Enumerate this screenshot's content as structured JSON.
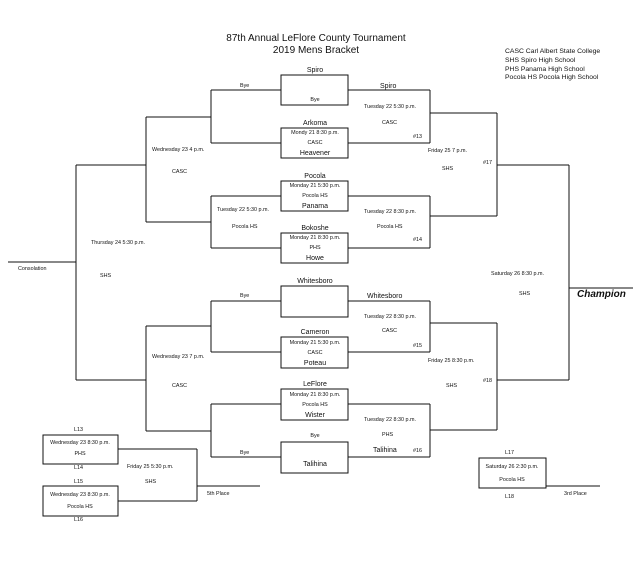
{
  "title": "87th Annual LeFlore County Tournament",
  "subtitle": "2019 Mens Bracket",
  "legend": [
    "CASC Carl Albert State College",
    "SHS Spiro High School",
    "PHS Panama High School",
    "Pocola HS Pocola High School"
  ],
  "teams": {
    "spiro": "Spiro",
    "arkoma": "Arkoma",
    "heavener": "Heavener",
    "pocola": "Pocola",
    "panama": "Panama",
    "bokoshe": "Bokoshe",
    "howe": "Howe",
    "whitesboro": "Whitesboro",
    "cameron": "Cameron",
    "poteau": "Poteau",
    "leflore": "LeFlore",
    "wister": "Wister",
    "talihina": "Talihina"
  },
  "bye": "Bye",
  "games": {
    "g_arkoma_time": "Mondy 21 8:30 p.m.",
    "g_arkoma_site": "CASC",
    "g_pocola_time": "Monday 21 5:30 p.m.",
    "g_pocola_site": "Pocola HS",
    "g_bokoshe_time": "Monday 21 8:30 p.m.",
    "g_bokoshe_site": "PHS",
    "g_cameron_time": "Monday 21 5:30 p.m.",
    "g_cameron_site": "CASC",
    "g_leflore_time": "Monday 21 8:30 p.m.",
    "g_leflore_site": "Pocola HS",
    "qf_spiro_time": "Tuesday 22 5:30 p.m.",
    "qf_spiro_site": "CASC",
    "qf_spiro_num": "#13",
    "qf_pocola_time_left": "Tuesday 22 5:30 p.m.",
    "qf_pocola_site_left": "Pocola HS",
    "qf_panama_time": "Tuesday 22 8:30 p.m.",
    "qf_panama_site": "Pocola HS",
    "qf_panama_num": "#14",
    "qf_white_time": "Tuesday 22 8:30 p.m.",
    "qf_white_site": "CASC",
    "qf_white_num": "#15",
    "qf_wister_time": "Tuesday 22 8:30 p.m.",
    "qf_wister_site": "PHS",
    "qf_wister_num": "#16",
    "semi_top_left_time": "Wednesday 23 4 p.m.",
    "semi_top_left_site": "CASC",
    "semi_bot_left_time": "Wednesday 23 7 p.m.",
    "semi_bot_left_site": "CASC",
    "thu_time": "Thursday 24 5:30 p.m.",
    "thu_site": "SHS",
    "consolation": "Consolation",
    "fri_top_time": "Friday 25 7 p.m.",
    "fri_top_site": "SHS",
    "fri_top_num": "#17",
    "fri_bot_time": "Friday 25 8:30 p.m.",
    "fri_bot_site": "SHS",
    "fri_bot_num": "#18",
    "sat_time": "Saturday 26 8:30 p.m.",
    "sat_site": "SHS",
    "champion": "Champion",
    "l13": "L13",
    "l14": "L14",
    "l15": "L15",
    "l16": "L16",
    "l17": "L17",
    "l18": "L18",
    "cons1_time": "Wednesday 23 8:30 p.m.",
    "cons1_site": "PHS",
    "cons2_time": "Wednesday 23 8:30 p.m.",
    "cons2_site": "Pocola HS",
    "fifth_time": "Friday 25 5:30 p.m.",
    "fifth_site": "SHS",
    "fifth_place": "5th Place",
    "third_time": "Saturday 26 2:30 p.m.",
    "third_site": "Pocola HS",
    "third_place": "3rd Place"
  }
}
